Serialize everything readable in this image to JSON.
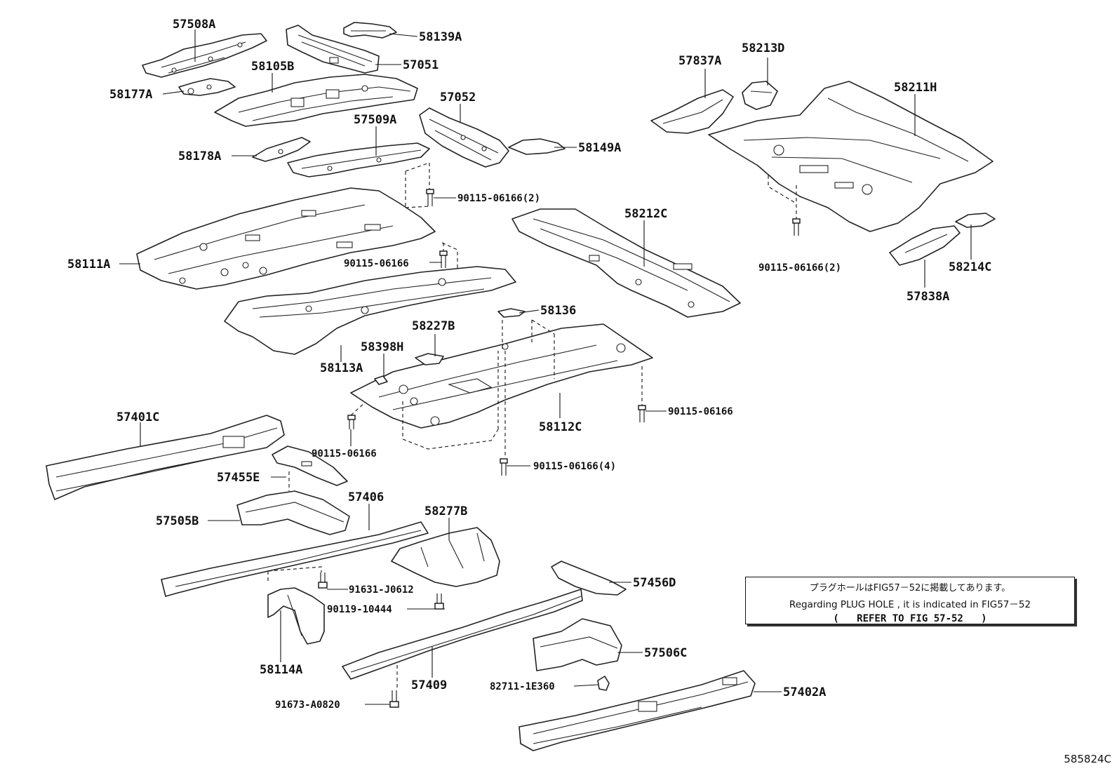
{
  "labels": {
    "p57508A": "57508A",
    "p58139A": "58139A",
    "p57051": "57051",
    "p58105B": "58105B",
    "p58177A": "58177A",
    "p57052": "57052",
    "p57509A": "57509A",
    "p58149A": "58149A",
    "p58178A": "58178A",
    "bolt1": "90115-06166(2)",
    "p58111A": "58111A",
    "bolt2": "90115-06166",
    "p58113A": "58113A",
    "p58136": "58136",
    "p58227B": "58227B",
    "p58398H": "58398H",
    "p58212C": "58212C",
    "bolt3": "90115-06166",
    "p58112C": "58112C",
    "bolt4": "90115-06166",
    "bolt5": "90115-06166(4)",
    "p57837A": "57837A",
    "p58213D": "58213D",
    "p58211H": "58211H",
    "bolt6": "90115-06166(2)",
    "p58214C": "58214C",
    "p57838A": "57838A",
    "p57401C": "57401C",
    "p57455E": "57455E",
    "p57505B": "57505B",
    "p57406": "57406",
    "p58277B": "58277B",
    "bolt7": "91631-J0612",
    "bolt8": "90119-10444",
    "p58114A": "58114A",
    "p57409": "57409",
    "bolt9": "91673-A0820",
    "p57456D": "57456D",
    "p57506C": "57506C",
    "clip": "82711-1E360",
    "p57402A": "57402A"
  },
  "note": {
    "jp": "プラグホールはFIG57－52に掲載してあります。",
    "en": "Regarding PLUG HOLE , it is indicated in FIG57－52",
    "ref": "(   REFER TO FIG 57-52   )"
  },
  "figure_id": "585824C"
}
